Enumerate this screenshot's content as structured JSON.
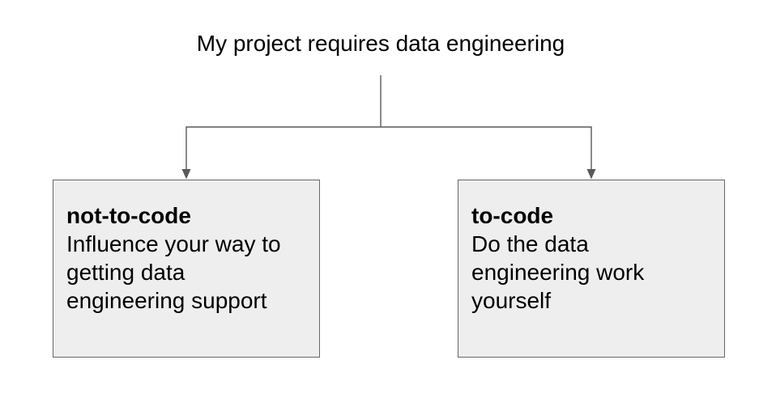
{
  "diagram": {
    "title": "My project requires data engineering",
    "nodes": [
      {
        "heading": "not-to-code",
        "body": "Influence your way to\ngetting data\nengineering support"
      },
      {
        "heading": "to-code",
        "body": "Do the data\nengineering work\nyourself"
      }
    ]
  },
  "colors": {
    "background": "#ffffff",
    "box_fill": "#eeeeee",
    "box_border": "#666666",
    "connector": "#595959",
    "text": "#000000"
  }
}
